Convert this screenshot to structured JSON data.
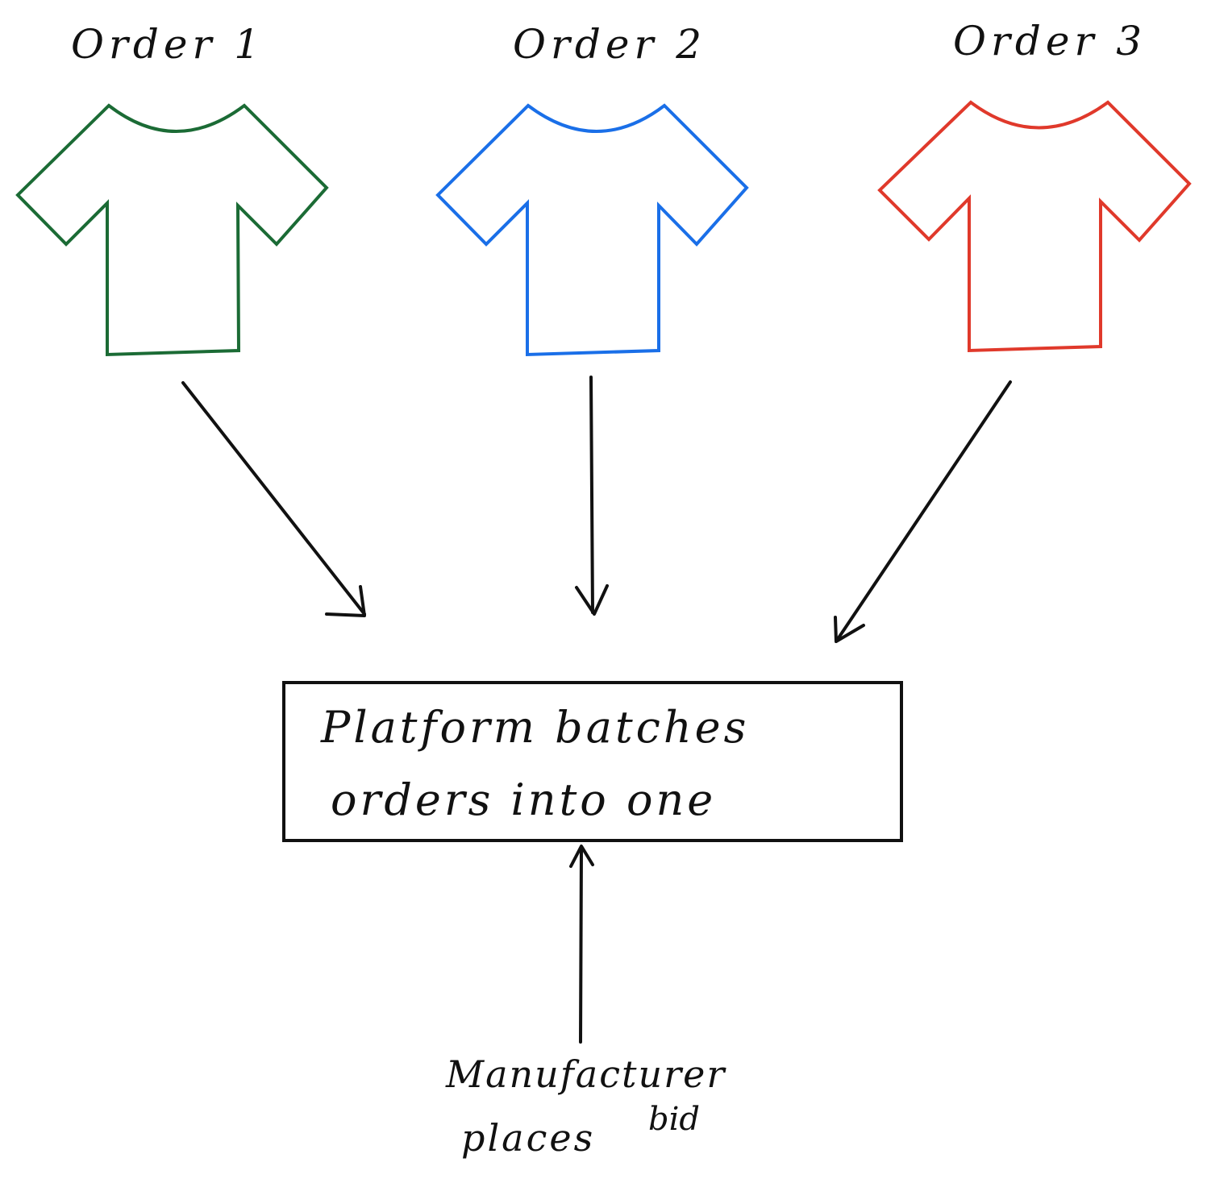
{
  "orders": [
    {
      "label": "Order 1",
      "color": "#1b6b35",
      "icon": "tshirt-icon"
    },
    {
      "label": "Order 2",
      "color": "#1a6fe8",
      "icon": "tshirt-icon"
    },
    {
      "label": "Order 3",
      "color": "#e0392b",
      "icon": "tshirt-icon"
    }
  ],
  "platform_box": {
    "line1": "Platform batches",
    "line2": "orders into one"
  },
  "manufacturer": {
    "line1": "Manufacturer",
    "line2": "places",
    "line2b": "bid"
  },
  "arrow_color": "#111111"
}
